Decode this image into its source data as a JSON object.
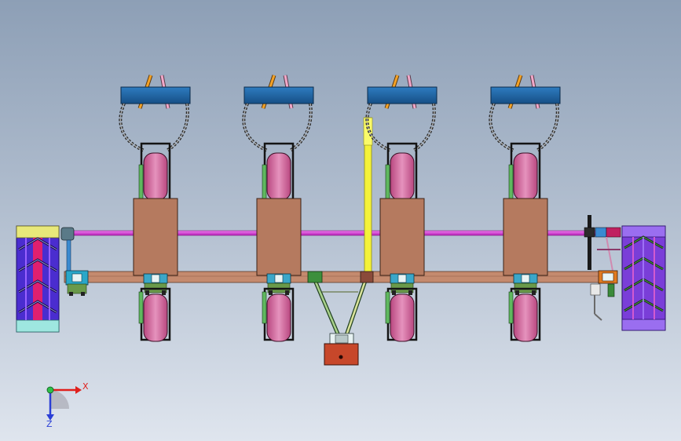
{
  "axis_triad": {
    "x_label": "X",
    "z_label": "Z",
    "x_color": "#e0201c",
    "z_color": "#2b3fd6",
    "origin_color": "#2fbf4a"
  },
  "colors": {
    "hopper": "#1f66a8",
    "tank_box": "#b57a5f",
    "frame_beam": "#c48a6e",
    "drive_shaft": "#d13ad0",
    "press_wheel": "#d77aa8",
    "press_wheel_frame": "#1a1a1a",
    "marker_arm": "#f4f23a",
    "clamp": "#3ba7c9",
    "hitch_plate": "#c7472a",
    "wheel_left_frame": "#5a2ee0",
    "wheel_right_frame": "#7a3ed8"
  },
  "row_units": [
    {
      "id": "row-unit-1"
    },
    {
      "id": "row-unit-2"
    },
    {
      "id": "row-unit-3"
    },
    {
      "id": "row-unit-4"
    }
  ]
}
